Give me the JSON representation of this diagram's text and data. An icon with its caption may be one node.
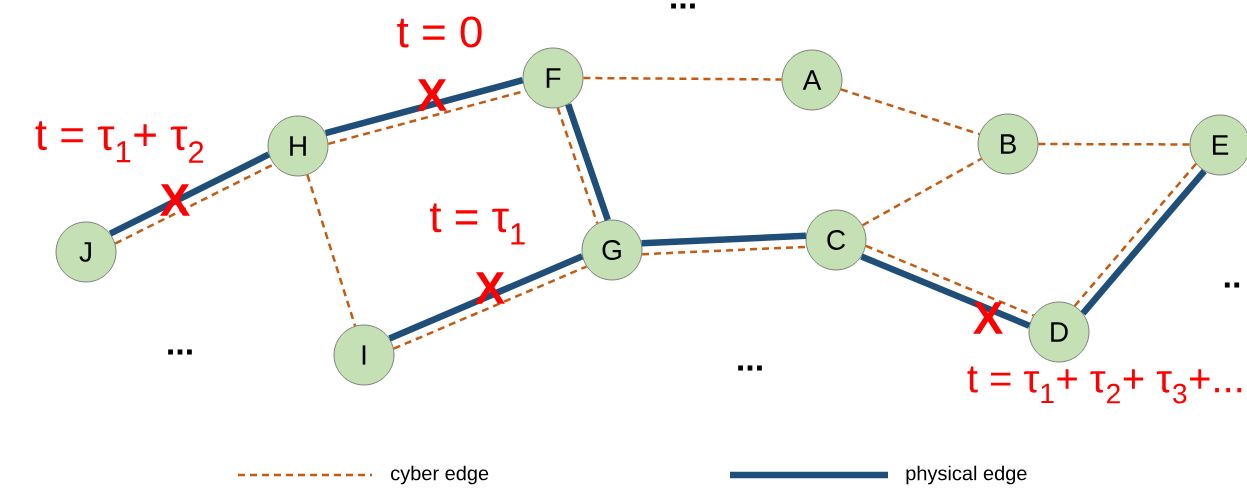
{
  "diagram": {
    "nodes": [
      {
        "text": [
          "F"
        ]
      },
      {
        "text": [
          "A"
        ]
      },
      {
        "text": [
          "H"
        ]
      },
      {
        "text": [
          "B"
        ]
      },
      {
        "text": [
          "E"
        ]
      },
      {
        "text": [
          "J"
        ]
      },
      {
        "text": [
          "G"
        ]
      },
      {
        "text": [
          "C"
        ]
      },
      {
        "text": [
          "I"
        ]
      },
      {
        "text": [
          "D"
        ]
      }
    ],
    "edges": [
      {
        "from": 0,
        "to": 1,
        "arrow": "none",
        "style": "dashed"
      },
      {
        "from": 1,
        "to": 3,
        "arrow": "none",
        "style": "dashed"
      },
      {
        "from": 3,
        "to": 4,
        "arrow": "none",
        "style": "dashed"
      },
      {
        "from": 2,
        "to": 0,
        "arrow": "none",
        "style": "thick",
        "color": "#1f4e79"
      },
      {
        "from": 2,
        "to": 0,
        "arrow": "none",
        "style": "dashed"
      },
      {
        "from": 5,
        "to": 2,
        "arrow": "none",
        "style": "thick",
        "color": "#1f4e79"
      },
      {
        "from": 5,
        "to": 2,
        "arrow": "none",
        "style": "dashed"
      },
      {
        "from": 2,
        "to": 8,
        "arrow": "none",
        "style": "dashed"
      },
      {
        "from": 0,
        "to": 6,
        "arrow": "none",
        "style": "thick",
        "color": "#1f4e79"
      },
      {
        "from": 0,
        "to": 6,
        "arrow": "none",
        "style": "dashed"
      },
      {
        "from": 6,
        "to": 7,
        "arrow": "none",
        "style": "thick",
        "color": "#1f4e79"
      },
      {
        "from": 6,
        "to": 7,
        "arrow": "none",
        "style": "dashed"
      },
      {
        "from": 8,
        "to": 6,
        "arrow": "none",
        "style": "thick",
        "color": "#1f4e79"
      },
      {
        "from": 8,
        "to": 6,
        "arrow": "none",
        "style": "dashed"
      },
      {
        "from": 7,
        "to": 3,
        "arrow": "none",
        "style": "dashed"
      },
      {
        "from": 7,
        "to": 9,
        "arrow": "none",
        "style": "thick",
        "color": "#1f4e79"
      },
      {
        "from": 7,
        "to": 9,
        "arrow": "none",
        "style": "dashed"
      },
      {
        "from": 9,
        "to": 4,
        "arrow": "none",
        "style": "thick",
        "color": "#1f4e79"
      },
      {
        "from": 9,
        "to": 4,
        "arrow": "none",
        "style": "dashed"
      }
    ],
    "labels": [
      "...",
      "t = 0",
      "t = τ$_{1}$+ τ$_{2}$",
      "X",
      "X",
      "t = τ$_{1}$",
      "X",
      "..",
      "X",
      "...",
      "...",
      "t = τ$_{1}$+ τ$_{2}$+ τ$_{3}$+..."
    ],
    "legend": [
      {
        "text": "cyber edge"
      },
      {
        "text": "physical edge"
      }
    ]
  }
}
